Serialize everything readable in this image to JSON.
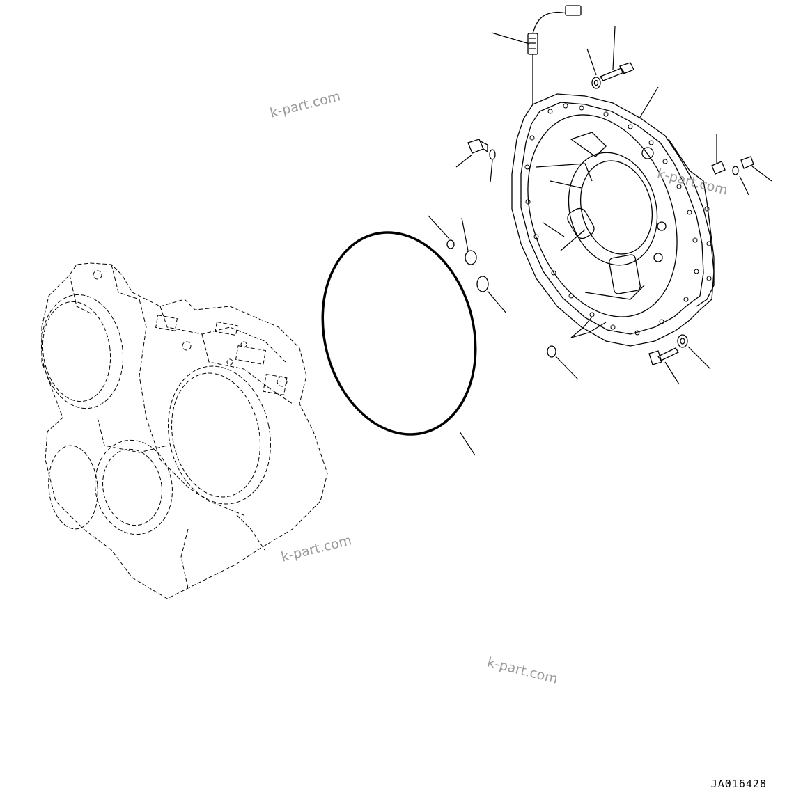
{
  "watermarks": [
    "k-part.com",
    "k-part.com",
    "k-part.com",
    "k-part.com"
  ],
  "figure_code": "JA016428",
  "colors": {
    "line": "#000000",
    "watermark": "#9a9a9a",
    "background": "#ffffff"
  },
  "parts": [
    "transmission-case-phantom",
    "o-ring-large",
    "flywheel-housing",
    "temperature-sensor",
    "bolts",
    "washers",
    "plugs",
    "small-o-rings"
  ]
}
